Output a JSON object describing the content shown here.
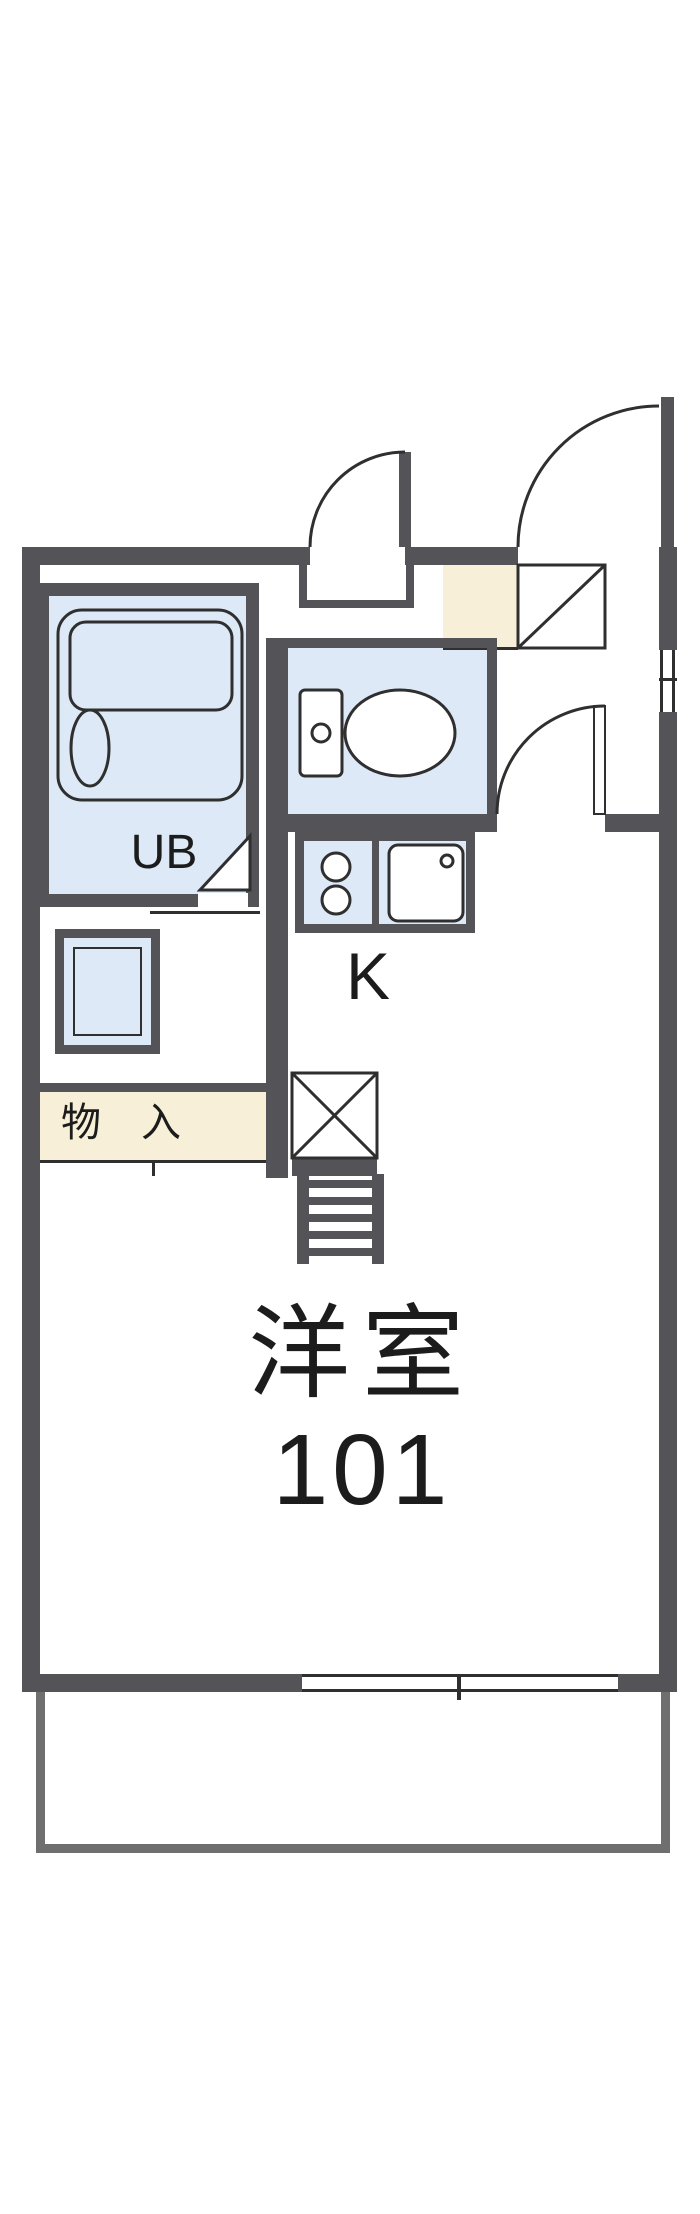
{
  "document": {
    "type": "apartment-floor-plan",
    "orientation": "portrait"
  },
  "labels": {
    "unit_bath": "UB",
    "kitchen": "K",
    "closet": "物　入",
    "room_name": "洋室",
    "room_number": "101"
  },
  "rooms": [
    {
      "name": "unit-bath",
      "label": "UB",
      "fill": "water"
    },
    {
      "name": "toilet",
      "label": "",
      "fill": "water"
    },
    {
      "name": "entrance",
      "label": "",
      "fill": "cream"
    },
    {
      "name": "kitchen",
      "label": "K",
      "fill": "white"
    },
    {
      "name": "closet",
      "label": "物　入",
      "fill": "cream"
    },
    {
      "name": "western-room",
      "label": "洋室 101",
      "fill": "white"
    },
    {
      "name": "balcony",
      "label": "",
      "fill": "white"
    }
  ],
  "symbols": {
    "entrance_door": "quarter-circle-swing-arc",
    "hall_door": "quarter-circle-swing-arc",
    "toilet_alcove_door": "quarter-circle-swing-arc",
    "bathroom_door": "triangle-swing",
    "bathtub": "rounded-rect-with-oval",
    "toilet_fixture": "tank-and-bowl",
    "gas_stove": "two-burner-circles",
    "kitchen_sink": "rounded-rect-with-drain-circle",
    "refrigerator_space": "crossed-box",
    "loft_ladder": "rails-with-rungs",
    "closet_front": "sliding-line-with-tick",
    "window": "double-line-gap-in-wall"
  },
  "theme": {
    "wall_color": "#535358",
    "balcony_wall_color": "#6f6f6f",
    "water_fill": "#dde9f6",
    "cream_fill": "#f7efd8",
    "line_color": "#2f2f2f",
    "text_color": "#1c1c1c",
    "background": "#ffffff"
  }
}
